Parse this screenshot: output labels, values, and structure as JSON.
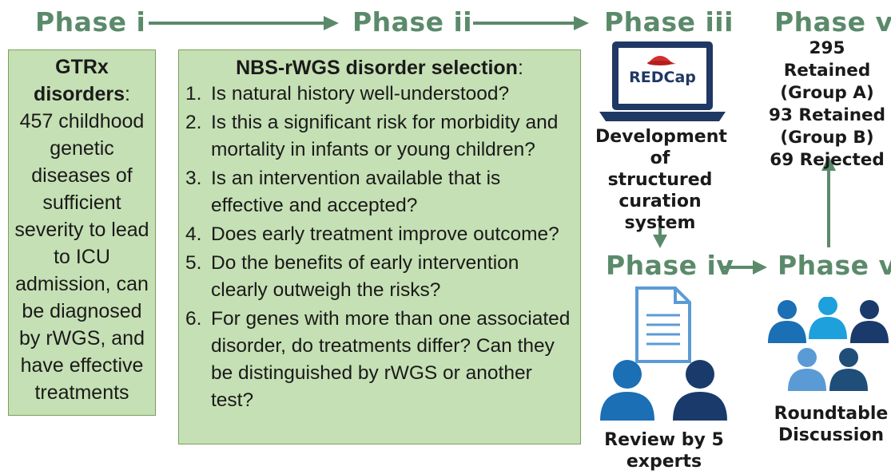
{
  "phases": {
    "p1": "Phase i",
    "p2": "Phase ii",
    "p3": "Phase iii",
    "p4": "Phase iv",
    "p5": "Phase v",
    "p6": "Phase vi"
  },
  "gtrx": {
    "title_line1": "GTRx",
    "title_line2": "disorders",
    "colon": ":",
    "lines": [
      "457 childhood",
      "genetic",
      "diseases of",
      "sufficient",
      "severity to lead",
      "to ICU",
      "admission, can",
      "be diagnosed",
      "by rWGS, and",
      "have effective",
      "treatments"
    ]
  },
  "nbs": {
    "title": "NBS-rWGS disorder selection",
    "colon": ":",
    "criteria": [
      {
        "num": "1.",
        "text": "Is natural history well-understood?"
      },
      {
        "num": "2.",
        "text": "Is this a significant risk for morbidity and mortality in infants or young children?"
      },
      {
        "num": "3.",
        "text": "Is an intervention available that is effective and accepted?"
      },
      {
        "num": "4.",
        "text": "Does early treatment improve outcome?"
      },
      {
        "num": "5.",
        "text": "Do the benefits of early intervention clearly outweigh the risks?"
      },
      {
        "num": "6.",
        "text": "For genes with more than one associated disorder, do treatments differ? Can they be distinguished by rWGS or another test?"
      }
    ]
  },
  "phase3": {
    "logo_text": "REDCap",
    "caption_lines": [
      "Development",
      "of structured",
      "curation",
      "system"
    ]
  },
  "phase4": {
    "caption_lines": [
      "Review by 5",
      "experts"
    ]
  },
  "phase5": {
    "caption_lines": [
      "Roundtable",
      "Discussion"
    ]
  },
  "phase6": {
    "results": [
      "295 Retained",
      "(Group A)",
      "93 Retained",
      "(Group B)",
      "69 Rejected"
    ]
  },
  "colors": {
    "phase_green": "#5b8a6b",
    "box_fill": "#c5e0b4",
    "box_border": "#7ba05b",
    "arrow": "#5b8a6b",
    "person_blue_1": "#1a6fb5",
    "person_blue_2": "#1a3a6b",
    "person_blue_3": "#1ea0dc",
    "person_blue_4": "#5b9bd5",
    "person_blue_5": "#1f4e79",
    "redcap_red": "#d32f2f"
  },
  "icons": [
    "laptop-redcap-icon",
    "document-icon",
    "two-people-icon",
    "group-people-icon"
  ]
}
